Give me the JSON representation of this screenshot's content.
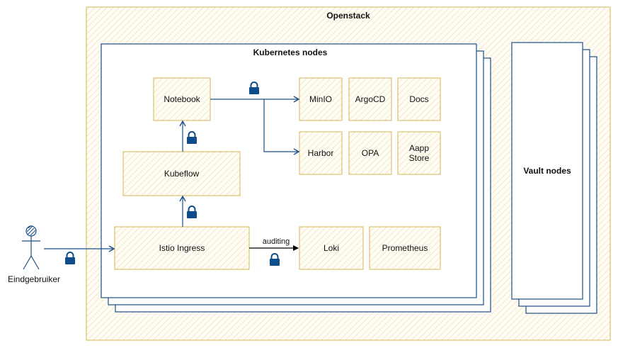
{
  "diagram": {
    "openstack_title": "Openstack",
    "kubernetes_title": "Kubernetes nodes",
    "vault_title": "Vault nodes",
    "actor_label": "Eindgebruiker",
    "edge_label_auditing": "auditing",
    "nodes": {
      "notebook": "Notebook",
      "kubeflow": "Kubeflow",
      "istio": "Istio Ingress",
      "minio": "MinIO",
      "argocd": "ArgoCD",
      "docs": "Docs",
      "harbor": "Harbor",
      "opa": "OPA",
      "aapp_store": "Aapp\nStore",
      "loki": "Loki",
      "prometheus": "Prometheus"
    },
    "colors": {
      "container_border": "#d6b656",
      "node_fill": "#fff2cc",
      "arrow": "#1b4f8a",
      "lock": "#0f4c8a"
    }
  }
}
